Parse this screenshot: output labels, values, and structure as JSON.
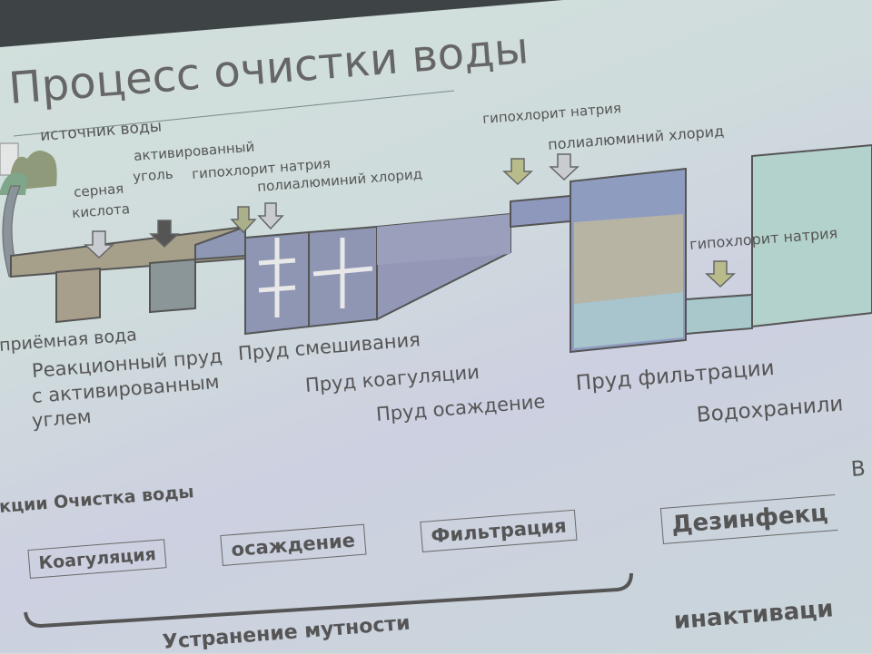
{
  "slide": {
    "title": "Процесс очистки воды",
    "top_labels": {
      "source": "источник воды",
      "sulfuric_acid_1": "серная",
      "sulfuric_acid_2": "кислота",
      "activated_carbon_1": "активированный",
      "activated_carbon_2": "уголь",
      "hypochlorite_1": "гипохлорит натрия",
      "polyaluminium_1": "полиалюминий хлорид",
      "hypochlorite_2": "гипохлорит натрия",
      "polyaluminium_2": "полиалюминий хлорид",
      "hypochlorite_3": "гипохлорит натрия"
    },
    "stage_labels": {
      "intake": "приёмная вода",
      "reaction_1": "Реакционный пруд",
      "reaction_2": "с активированным",
      "reaction_3": "углем",
      "mixing": "Пруд смешивания",
      "coagulation": "Пруд коагуляции",
      "sedimentation": "Пруд осаждение",
      "filtration": "Пруд фильтрации",
      "reservoir": "Водохранили",
      "reservoir_b": "В"
    },
    "section_heading": "кции Очистка воды",
    "process_boxes": [
      "Коагуляция",
      "осаждение",
      "Фильтрация",
      "Дезинфекц"
    ],
    "brace_label": "Устранение мутности",
    "disinfection_label": "инактиваци"
  }
}
